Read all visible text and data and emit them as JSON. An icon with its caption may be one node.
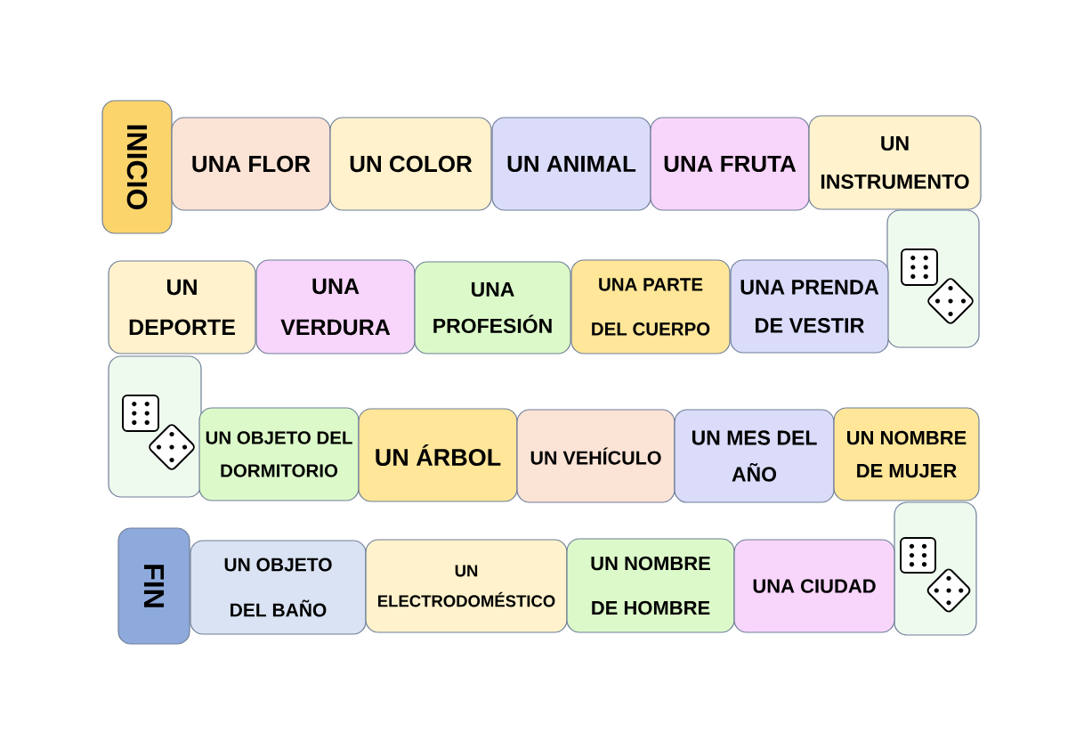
{
  "diagram": {
    "nodes": [
      {
        "text": [
          "INICIO"
        ]
      },
      {
        "text": [
          "UNA FLOR"
        ]
      },
      {
        "text": [
          "UN COLOR"
        ]
      },
      {
        "text": [
          "UN ANIMAL"
        ]
      },
      {
        "text": [
          "UNA FRUTA"
        ]
      },
      {
        "text": [
          "UN INSTRUMENTO"
        ]
      },
      {
        "text": [],
        "shape": "box"
      },
      {
        "text": [
          "UN DEPORTE"
        ]
      },
      {
        "text": [
          "UNA VERDURA"
        ]
      },
      {
        "text": [
          "UNA PROFESIÓN"
        ]
      },
      {
        "text": [
          "UNA PARTE DEL CUERPO"
        ]
      },
      {
        "text": [
          "UNA PRENDA DE VESTIR"
        ]
      },
      {
        "text": [],
        "shape": "box"
      },
      {
        "text": [
          "UN OBJETO DEL DORMITORIO"
        ]
      },
      {
        "text": [
          "UN ÁRBOL"
        ]
      },
      {
        "text": [
          "UN VEHÍCULO"
        ]
      },
      {
        "text": [
          "UN MES DEL AÑO"
        ]
      },
      {
        "text": [
          "UN NOMBRE DE MUJER"
        ]
      },
      {
        "text": [],
        "shape": "box"
      },
      {
        "text": [
          "FIN"
        ]
      },
      {
        "text": [
          "UN OBJETO DEL BAÑO"
        ]
      },
      {
        "text": [
          "UN ELECTRODOMÉSTICO"
        ]
      },
      {
        "text": [
          "UN NOMBRE DE HOMBRE"
        ]
      },
      {
        "text": [
          "UNA CIUDAD"
        ]
      }
    ]
  }
}
